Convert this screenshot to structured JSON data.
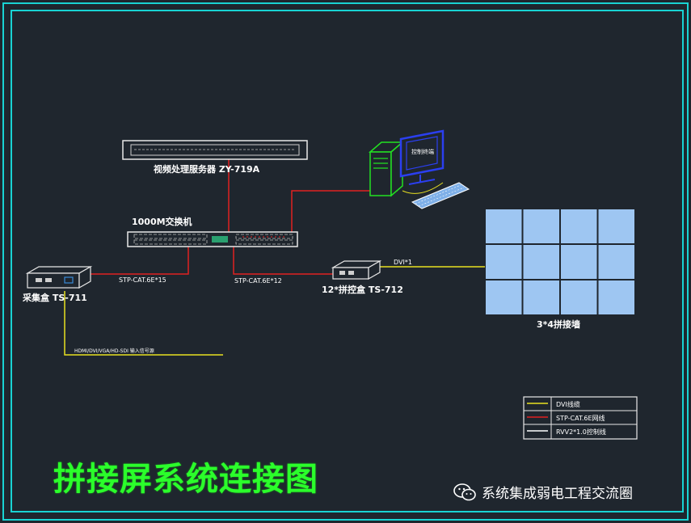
{
  "devices": {
    "server_label": "视频处理服务器 ZY-719A",
    "switch_label": "1000M交换机",
    "encoder_label": "采集盒 TS-711",
    "decoder_label": "12*拼控盒 TS-712",
    "wall_label": "3*4拼接墙",
    "encoder_link_label": "STP-CAT.6E*15",
    "decoder_link_label": "STP-CAT.6E*12",
    "dvi_link_label": "DVI*1",
    "signal_source_label": "HDMI/DVI/VGA/HD-SDI 输入信号源"
  },
  "legend": [
    {
      "label": "DVI线缆",
      "color": "#e8e020"
    },
    {
      "label": "STP-CAT.6E网线",
      "color": "#e02020"
    },
    {
      "label": "RVV2*1.0控制线",
      "color": "#ffffff"
    }
  ],
  "title": "拼接屏系统连接图",
  "watermark": "系统集成弱电工程交流圈",
  "colors": {
    "background": "#1f262e",
    "frame": "#19d3d3",
    "wire_red": "#e02020",
    "wire_yellow": "#e8e020",
    "title_green": "#2bff2b",
    "wall_tile": "#9ec6f2"
  }
}
